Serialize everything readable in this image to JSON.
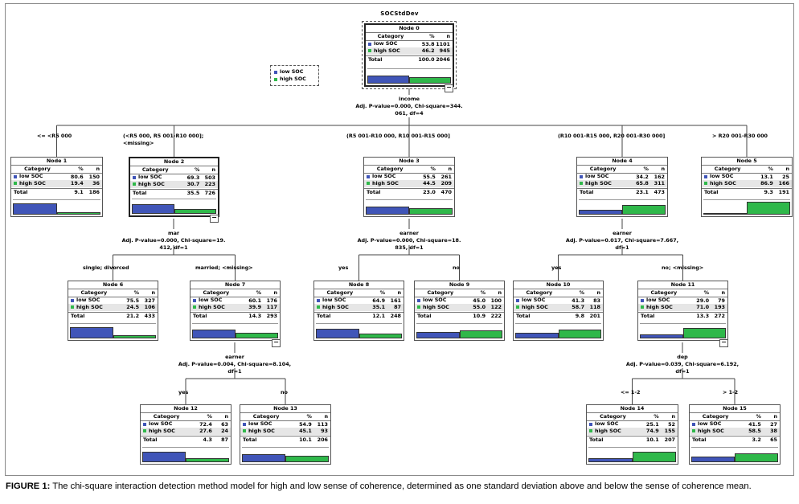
{
  "diagram": {
    "title": "SOCStdDev",
    "legend": [
      {
        "label": "low SOC",
        "color": "#4055b8"
      },
      {
        "label": "high SOC",
        "color": "#2fb84a"
      }
    ],
    "column_headers": {
      "category": "Category",
      "pct": "%",
      "n": "n"
    },
    "total_label": "Total",
    "nodes": [
      {
        "id": 0,
        "title": "Node 0",
        "low_pct": "53.8",
        "low_n": "1101",
        "high_pct": "46.2",
        "high_n": "945",
        "total_pct": "100.0",
        "total_n": "2046"
      },
      {
        "id": 1,
        "title": "Node 1",
        "low_pct": "80.6",
        "low_n": "150",
        "high_pct": "19.4",
        "high_n": "36",
        "total_pct": "9.1",
        "total_n": "186"
      },
      {
        "id": 2,
        "title": "Node 2",
        "low_pct": "69.3",
        "low_n": "503",
        "high_pct": "30.7",
        "high_n": "223",
        "total_pct": "35.5",
        "total_n": "726"
      },
      {
        "id": 3,
        "title": "Node 3",
        "low_pct": "55.5",
        "low_n": "261",
        "high_pct": "44.5",
        "high_n": "209",
        "total_pct": "23.0",
        "total_n": "470"
      },
      {
        "id": 4,
        "title": "Node 4",
        "low_pct": "34.2",
        "low_n": "162",
        "high_pct": "65.8",
        "high_n": "311",
        "total_pct": "23.1",
        "total_n": "473"
      },
      {
        "id": 5,
        "title": "Node 5",
        "low_pct": "13.1",
        "low_n": "25",
        "high_pct": "86.9",
        "high_n": "166",
        "total_pct": "9.3",
        "total_n": "191"
      },
      {
        "id": 6,
        "title": "Node 6",
        "low_pct": "75.5",
        "low_n": "327",
        "high_pct": "24.5",
        "high_n": "106",
        "total_pct": "21.2",
        "total_n": "433"
      },
      {
        "id": 7,
        "title": "Node 7",
        "low_pct": "60.1",
        "low_n": "176",
        "high_pct": "39.9",
        "high_n": "117",
        "total_pct": "14.3",
        "total_n": "293"
      },
      {
        "id": 8,
        "title": "Node 8",
        "low_pct": "64.9",
        "low_n": "161",
        "high_pct": "35.1",
        "high_n": "87",
        "total_pct": "12.1",
        "total_n": "248"
      },
      {
        "id": 9,
        "title": "Node 9",
        "low_pct": "45.0",
        "low_n": "100",
        "high_pct": "55.0",
        "high_n": "122",
        "total_pct": "10.9",
        "total_n": "222"
      },
      {
        "id": 10,
        "title": "Node 10",
        "low_pct": "41.3",
        "low_n": "83",
        "high_pct": "58.7",
        "high_n": "118",
        "total_pct": "9.8",
        "total_n": "201"
      },
      {
        "id": 11,
        "title": "Node 11",
        "low_pct": "29.0",
        "low_n": "79",
        "high_pct": "71.0",
        "high_n": "193",
        "total_pct": "13.3",
        "total_n": "272"
      },
      {
        "id": 12,
        "title": "Node 12",
        "low_pct": "72.4",
        "low_n": "63",
        "high_pct": "27.6",
        "high_n": "24",
        "total_pct": "4.3",
        "total_n": "87"
      },
      {
        "id": 13,
        "title": "Node 13",
        "low_pct": "54.9",
        "low_n": "113",
        "high_pct": "45.1",
        "high_n": "93",
        "total_pct": "10.1",
        "total_n": "206"
      },
      {
        "id": 14,
        "title": "Node 14",
        "low_pct": "25.1",
        "low_n": "52",
        "high_pct": "74.9",
        "high_n": "155",
        "total_pct": "10.1",
        "total_n": "207"
      },
      {
        "id": 15,
        "title": "Node 15",
        "low_pct": "41.5",
        "low_n": "27",
        "high_pct": "58.5",
        "high_n": "38",
        "total_pct": "3.2",
        "total_n": "65"
      }
    ],
    "splits": {
      "income": "income\nAdj. P-value=0.000, Chi-square=344.\n061, df=4",
      "mar": "mar\nAdj. P-value=0.000, Chi-square=19.\n412, df=1",
      "earner3": "earner\nAdj. P-value=0.000, Chi-square=18.\n835, df=1",
      "earner4": "earner\nAdj. P-value=0.017, Chi-square=7.667,\ndf=1",
      "earner7": "earner\nAdj. P-value=0.004, Chi-square=8.104,\ndf=1",
      "dep": "dep\nAdj. P-value=0.039, Chi-square=6.192,\ndf=1"
    },
    "edge_labels": {
      "e1": "<= <R5 000",
      "e2": "(<R5 000, R5 001-R10 000];\n<missing>",
      "e3": "(R5 001-R10 000, R10 001-R15 000]",
      "e4": "(R10 001-R15 000, R20 001-R30 000]",
      "e5": "> R20 001-R30 000",
      "e6": "single; divorced",
      "e7": "married; <missing>",
      "e8": "yes",
      "e9": "no",
      "e10": "yes",
      "e11": "no; <missing>",
      "e12": "yes",
      "e13": "no",
      "e14": "<= 1-2",
      "e15": "> 1-2"
    }
  },
  "caption": {
    "label": "FIGURE 1:",
    "text": " The chi-square interaction detection method model for high and low sense of coherence, determined as one standard deviation above and below the sense of coherence mean."
  }
}
